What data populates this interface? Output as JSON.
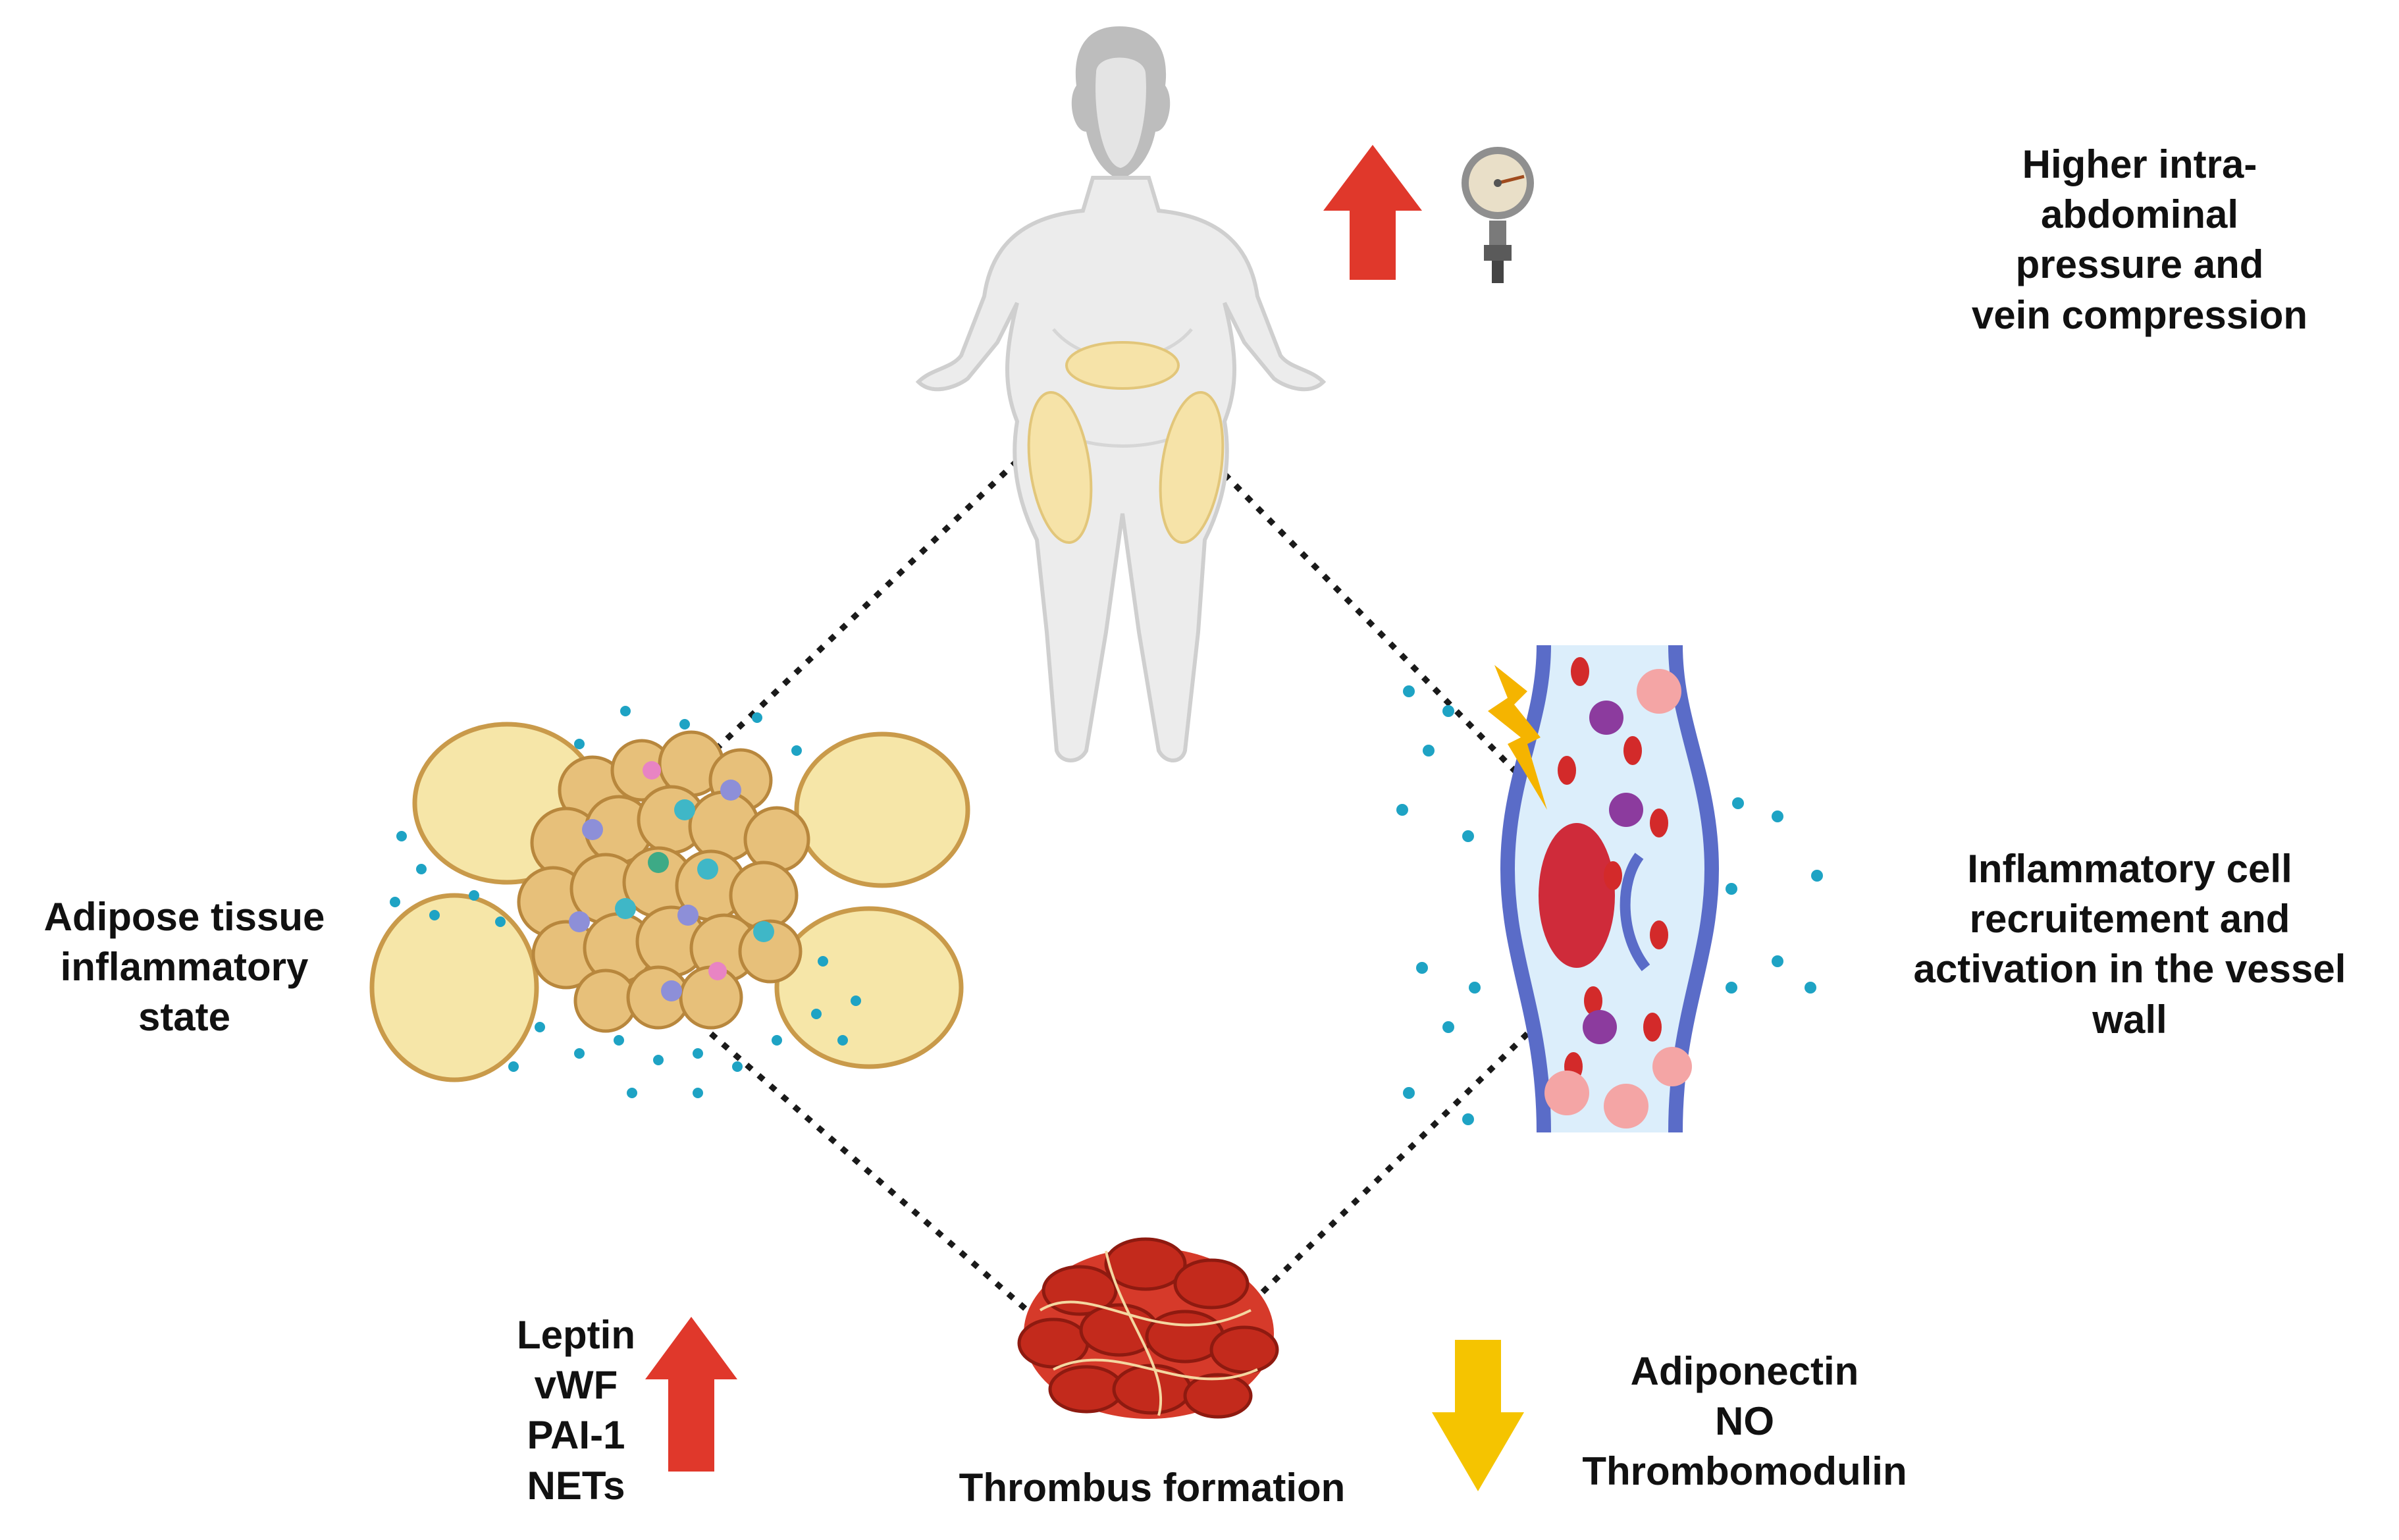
{
  "labels": {
    "pressure": [
      "Higher intra-",
      "abdominal",
      "pressure and",
      "vein compression"
    ],
    "adipose": [
      "Adipose tissue",
      "inflammatory",
      "state"
    ],
    "inflammatory_cells": [
      "Inflammatory cell",
      "recruitement and",
      "activation in the vessel",
      "wall"
    ],
    "increased_factors": [
      "Leptin",
      "vWF",
      "PAI-1",
      "NETs"
    ],
    "decreased_factors": [
      "Adiponectin",
      "NO",
      "Thrombomodulin"
    ],
    "thrombus": "Thrombus formation"
  },
  "icons": {
    "body": "obese-body-figure",
    "gauge": "pressure-gauge-icon",
    "adipose": "adipose-tissue-illustration",
    "vessel": "blood-vessel-illustration",
    "thrombus": "thrombus-clot-illustration",
    "increase": "up-arrow-icon",
    "decrease": "down-arrow-icon"
  },
  "colors": {
    "increase_arrow": "#e0382b",
    "decrease_arrow": "#f5c400",
    "dotted_line": "#1a1a1a",
    "adipocyte": "#f6e6a8",
    "adipocyte_small": "#e7c07a",
    "vessel_wall": "#5a6cc8",
    "vessel_lumen": "#dceefb",
    "red_cell": "#d32a2a",
    "cytokine_dot": "#1ea3c4",
    "skin": "#ececec"
  }
}
